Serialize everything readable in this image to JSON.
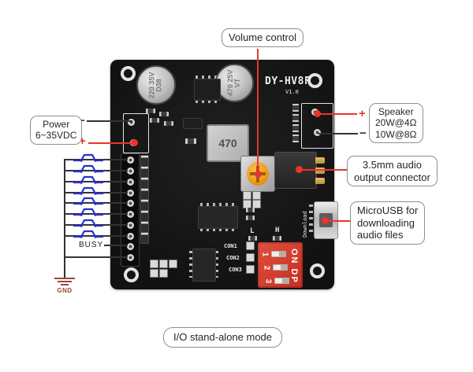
{
  "board": {
    "title": "DY-HV8F",
    "version": "V1.0",
    "inductor_value": "470",
    "cap_left": {
      "l1": "220",
      "l2": "35V",
      "l3": "D38"
    },
    "cap_right": {
      "l1": "470",
      "l2": "25V",
      "l3": "VT"
    },
    "con1": "CON1",
    "con2": "CON2",
    "con3": "CON3",
    "label_l": "L",
    "label_h": "H",
    "dip": {
      "on_label": "ON DP",
      "n1": "1",
      "n2": "2",
      "n3": "3"
    },
    "download": "Download",
    "busy": "BUSY"
  },
  "callouts": {
    "volume": {
      "text": "Volume control"
    },
    "power": {
      "l1": "Power",
      "l2": "6~35VDC",
      "plus": "+",
      "minus": "−"
    },
    "speaker": {
      "l1": "Speaker",
      "l2": "20W@4Ω",
      "l3": "10W@8Ω",
      "plus": "+",
      "minus": "−"
    },
    "audio": {
      "l1": "3.5mm audio",
      "l2": "output connector"
    },
    "usb": {
      "l1": "MicroUSB for",
      "l2": "downloading",
      "l3": "audio files"
    },
    "mode": {
      "text": "I/O stand-alone mode"
    },
    "gnd": {
      "text": "GND"
    }
  },
  "colors": {
    "wire_red": "#e8352b",
    "wire_black": "#333333",
    "switch_blue": "#2730d6",
    "pcb_black": "#161616",
    "dip_red": "#d23b2f",
    "gnd_symbol": "#96473b"
  }
}
